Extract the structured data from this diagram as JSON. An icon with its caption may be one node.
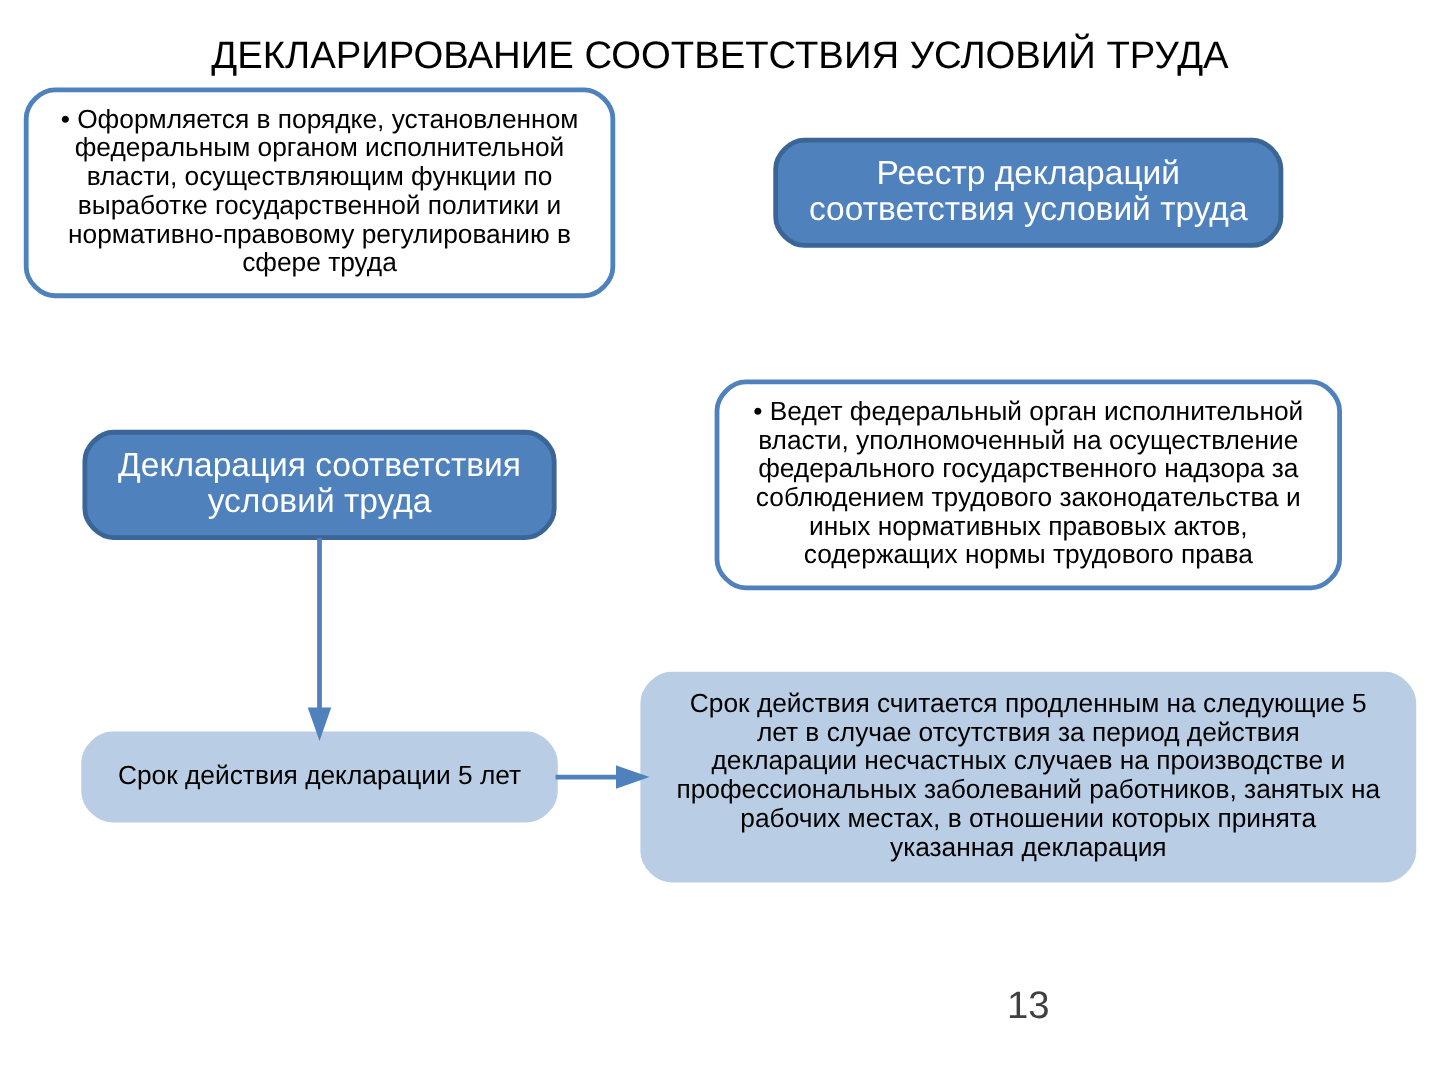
{
  "diagram": {
    "title": "ДЕКЛАРИРОВАНИЕ СООТВЕТСТВИЯ УСЛОВИЙ ТРУДА",
    "nodes": [
      {
        "text": [
          "• Оформляется в порядке, установленном федеральным органом исполнительной власти, осуществляющим функции по выработке государственной политики и нормативно-правовому регулированию в сфере труда"
        ]
      },
      {
        "text": [
          "Реестр деклараций соответствия условий труда"
        ]
      },
      {
        "text": [
          "• Ведет федеральный орган исполнительной власти, уполномоченный на осуществление федерального государственного надзора за соблюдением трудового законодательства и иных нормативных правовых актов, содержащих нормы трудового права"
        ]
      },
      {
        "text": [
          "Декларация соответствия условий труда"
        ]
      },
      {
        "text": [
          "Срок действия декларации 5 лет"
        ]
      },
      {
        "text": [
          "Срок действия считается продленным на следующие 5 лет в случае отсутствия за период действия декларации несчастных случаев на производстве и профессиональных заболеваний работников, занятых на рабочих местах, в отношении которых принята указанная декларация"
        ]
      }
    ],
    "edges": [
      {
        "from": 3,
        "to": 4,
        "arrow": "to"
      },
      {
        "from": 4,
        "to": 5,
        "arrow": "to"
      }
    ],
    "labels": [
      "13"
    ]
  }
}
